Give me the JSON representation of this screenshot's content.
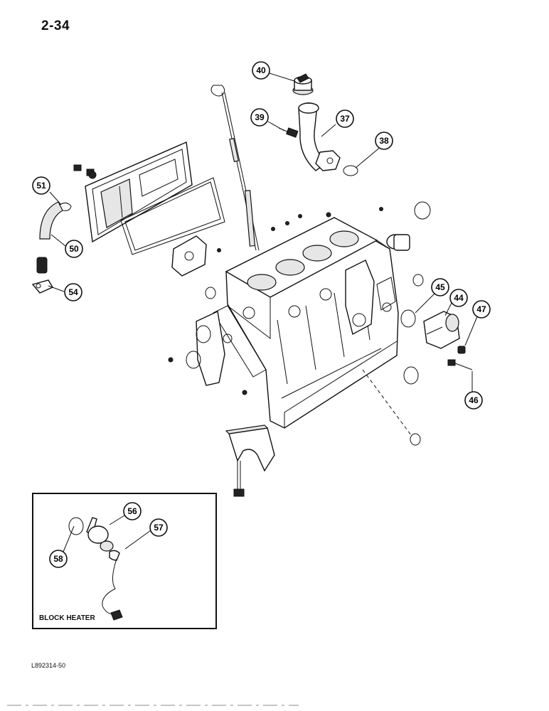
{
  "page_number": "2-34",
  "figure_code": "L892314-50",
  "inset": {
    "title": "BLOCK HEATER"
  },
  "callouts": {
    "c37": "37",
    "c38": "38",
    "c39": "39",
    "c40": "40",
    "c44": "44",
    "c45": "45",
    "c46": "46",
    "c47": "47",
    "c50": "50",
    "c51": "51",
    "c54": "54",
    "c56": "56",
    "c57": "57",
    "c58": "58"
  }
}
